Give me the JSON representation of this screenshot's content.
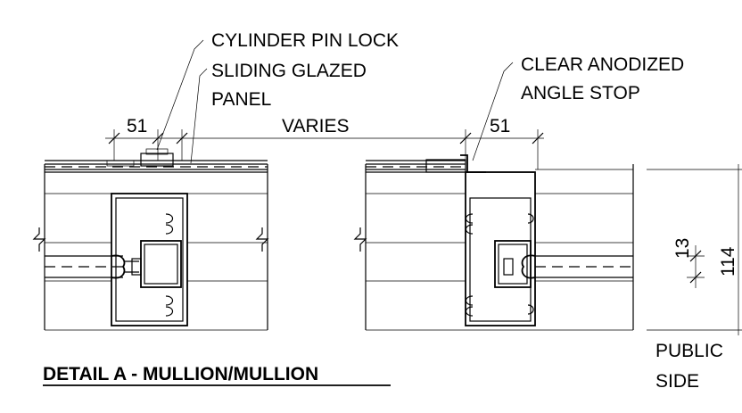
{
  "labels": {
    "cylinder_pin_lock": "CYLINDER PIN LOCK",
    "sliding_glazed_panel_line1": "SLIDING GLAZED",
    "sliding_glazed_panel_line2": "PANEL",
    "clear_anodized_line1": "CLEAR ANODIZED",
    "clear_anodized_line2": "ANGLE STOP",
    "public_line1": "PUBLIC",
    "public_line2": "SIDE"
  },
  "dimensions": {
    "left_width": "51",
    "varies": "VARIES",
    "right_width": "51",
    "glass_thickness": "13",
    "mullion_depth": "114"
  },
  "title": "DETAIL A - MULLION/MULLION"
}
